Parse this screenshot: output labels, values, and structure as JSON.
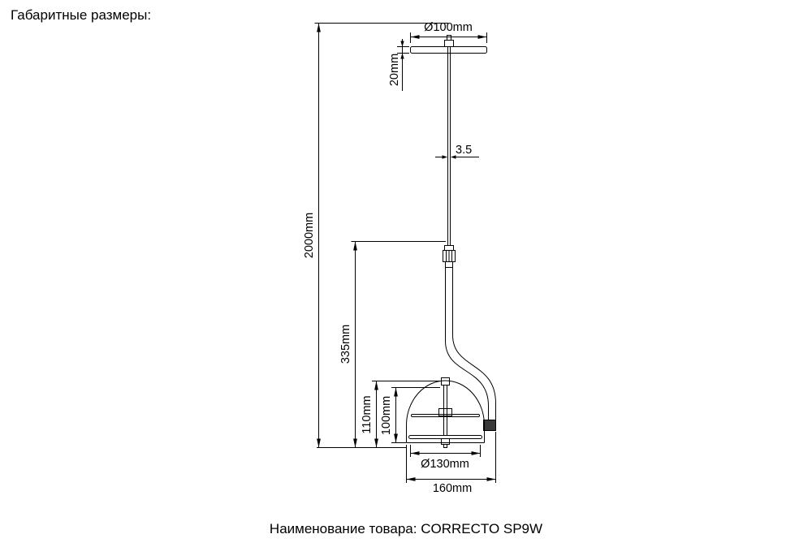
{
  "page": {
    "heading": "Габаритные размеры:",
    "product_line": "Наименование товара: CORRECTO SP9W"
  },
  "drawing": {
    "labels": {
      "canopy_diameter": "Ø100mm",
      "canopy_height": "20mm",
      "cable_thickness": "3.5",
      "overall_drop": "2000mm",
      "arm_drop": "335mm",
      "shade_height": "110mm",
      "shade_inner_height": "100mm",
      "diffuser_diameter": "Ø130mm",
      "shade_width": "160mm"
    }
  }
}
